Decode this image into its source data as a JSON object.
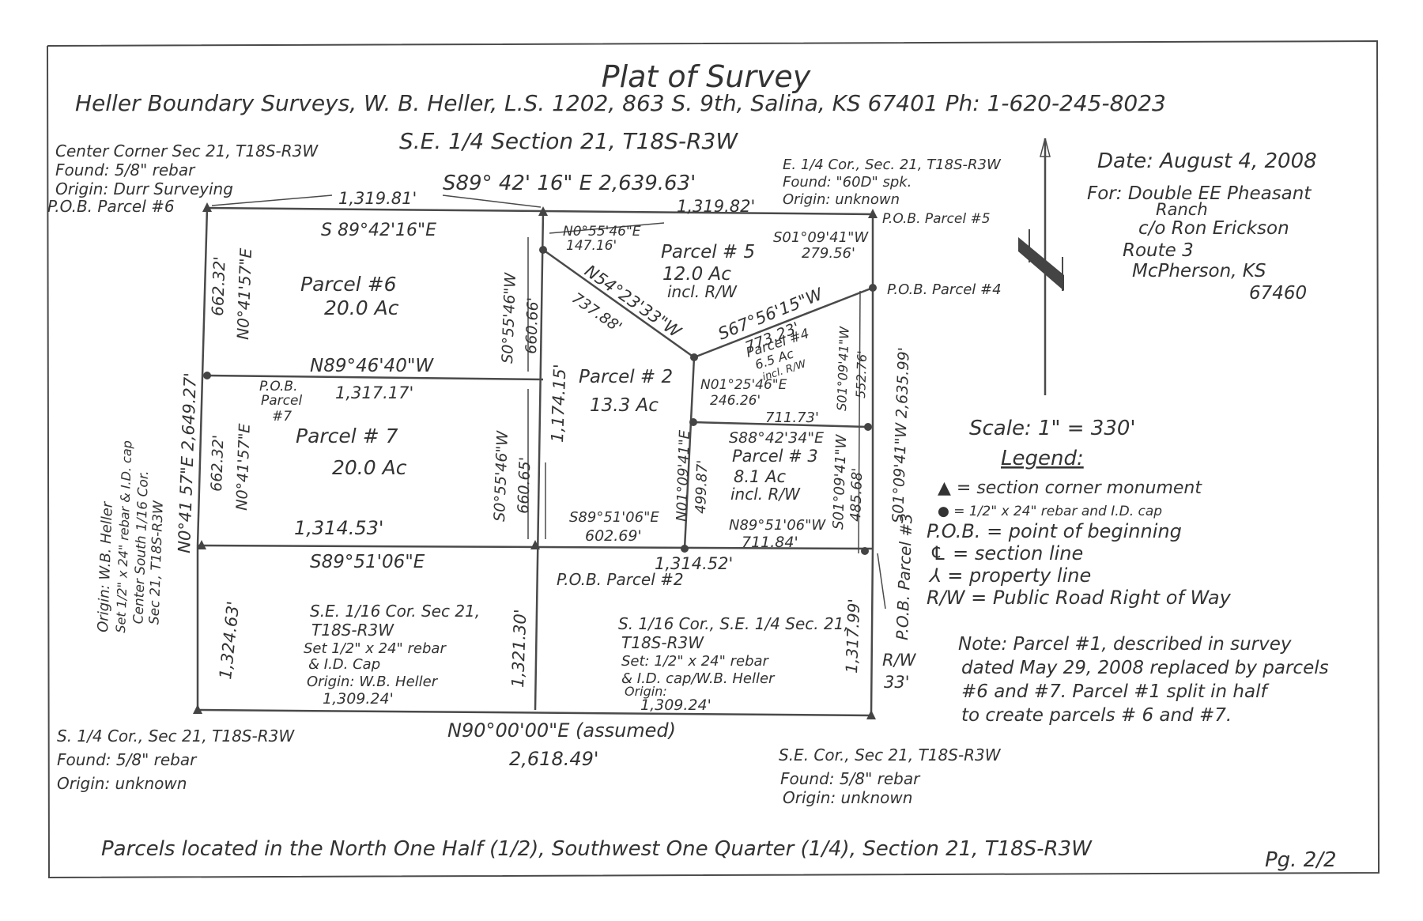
{
  "header": {
    "title": "Plat of Survey",
    "surveyor_line": "Heller Boundary Surveys, W. B. Heller, L.S. 1202, 863 S. 9th, Salina, KS 67401 Ph: 1-620-245-8023",
    "section_line": "S.E. 1/4 Section 21, T18S-R3W"
  },
  "info": {
    "date": "Date: August 4, 2008",
    "for_1": "For: Double EE Pheasant",
    "for_2": "Ranch",
    "for_3": "c/o Ron Erickson",
    "for_4": "Route 3",
    "for_5": "McPherson, KS",
    "for_6": "67460",
    "scale": "Scale: 1\" = 330'"
  },
  "legend": {
    "title": "Legend:",
    "items": [
      "▲ = section corner monument",
      "● = 1/2\" x 24\" rebar and I.D. cap",
      "P.O.B. = point of beginning",
      "℄ = section line",
      "⅄ = property line",
      "R/W = Public Road Right of Way"
    ]
  },
  "note": [
    "Note: Parcel #1, described in survey",
    "dated May 29, 2008 replaced by parcels",
    "#6 and #7. Parcel #1 split in half",
    "to create parcels # 6 and #7."
  ],
  "corners": {
    "center": [
      "Center Corner Sec 21, T18S-R3W",
      "Found: 5/8\" rebar",
      "Origin: Durr Surveying"
    ],
    "east_quarter": [
      "E. 1/4 Cor., Sec. 21, T18S-R3W",
      "Found: \"60D\" spk.",
      "Origin: unknown"
    ],
    "south_quarter": [
      "S. 1/4 Cor., Sec 21, T18S-R3W",
      "Found: 5/8\" rebar",
      "Origin: unknown"
    ],
    "se_corner": [
      "S.E. Cor., Sec 21, T18S-R3W",
      "Found: 5/8\" rebar",
      "Origin: unknown"
    ],
    "se_sixteenth": [
      "S.E. 1/16 Cor. Sec 21,",
      "T18S-R3W",
      "Set 1/2\" x 24\" rebar",
      "& I.D. Cap",
      "Origin: W.B. Heller",
      "1,309.24'"
    ],
    "s_sixteenth": [
      "S. 1/16 Cor., S.E. 1/4 Sec. 21,",
      "T18S-R3W",
      "Set: 1/2\" x 24\" rebar",
      "& I.D. cap/W.B. Heller",
      "Origin:",
      "1,309.24'"
    ],
    "center_south": [
      "Origin: W.B. Heller",
      "Set 1/2\" x 24\" rebar & I.D. cap",
      "Center South 1/16 Cor.",
      "Sec 21, T18S-R3W"
    ]
  },
  "pob": {
    "p6": "P.O.B. Parcel #6",
    "p5": "P.O.B. Parcel #5",
    "p4": "P.O.B. Parcel #4",
    "p7_1": "P.O.B.",
    "p7_2": "Parcel",
    "p7_3": "#7",
    "p2": "P.O.B. Parcel #2",
    "p3": "P.O.B. Parcel #3"
  },
  "parcels": {
    "p6_name": "Parcel #6",
    "p6_area": "20.0 Ac",
    "p7_name": "Parcel # 7",
    "p7_area": "20.0 Ac",
    "p5_name": "Parcel # 5",
    "p5_area": "12.0 Ac",
    "p5_extra": "incl. R/W",
    "p2_name": "Parcel # 2",
    "p2_area": "13.3 Ac",
    "p4_name": "Parcel #4",
    "p4_area": "6.5 Ac",
    "p4_extra": "incl. R/W",
    "p3_name": "Parcel # 3",
    "p3_area": "8.1 Ac",
    "p3_extra": "incl. R/W"
  },
  "dims": {
    "top_bearing": "S89° 42' 16\" E  2,639.63'",
    "top_left_dist": "1,319.81'",
    "top_right_dist": "1,319.82'",
    "p6_top_bearing": "S 89°42'16\"E",
    "p6_right_bearing": "N0°55'46\"E",
    "p6_right_dist": "147.16'",
    "p5_east_bearing": "S01°09'41\"W",
    "p5_east_dist": "279.56'",
    "p6_west_dist": "662.32'",
    "p6_west_bearing": "N0°41'57\"E",
    "mid_left_bearing": "S0°55'46\"W",
    "mid_left_dist": "660.66'",
    "diag_bearing": "N54°23'33\"W",
    "diag_dist": "737.88'",
    "p4_bearing": "S67°56'15\"W",
    "p4_dist": "773.23'",
    "east_bearing": "S01°09'41\"W 2,635.99'",
    "p4_east_bearing": "S01°09'41\"W",
    "p4_east_dist": "552.76'",
    "mid_bearing": "N89°46'40\"W",
    "mid_dist": "1,317.17'",
    "center_ns_dist": "1,174.15'",
    "n01_25_bearing": "N01°25'46\"E",
    "n01_25_dist": "246.26'",
    "p3_top_dist": "711.73'",
    "p3_top_bearing": "S88°42'34\"E",
    "west_bearing_dist": "N0°41 57\"E 2,649.27'",
    "p7_west_dist": "662.32'",
    "p7_west_bearing": "N0°41'57\"E",
    "p7_east_bearing": "S0°55'46\"W",
    "p7_east_dist": "660.65'",
    "p3_west_bearing": "N01°09'41\"E",
    "p3_west_dist": "499.87'",
    "p3_east_bearing": "S01°09'41\"W",
    "p3_east_dist": "485.68'",
    "p2_bottom_bearing": "S89°51'06\"E",
    "p2_bottom_dist": "602.69'",
    "p3_bottom_bearing": "N89°51'06\"W",
    "p3_bottom_dist": "711.84'",
    "p7_bottom_dist": "1,314.53'",
    "p7_bottom_bearing": "S89°51'06\"E",
    "right_bottom_dist": "1,314.52'",
    "sw_dist": "1,324.63'",
    "center_bottom_dist": "1,321.30'",
    "east_bottom_dist": "1,317.99'",
    "rw_label": "R/W",
    "rw_dist": "33'",
    "bottom_bearing": "N90°00'00\"E (assumed)",
    "bottom_dist": "2,618.49'"
  },
  "footer": {
    "location": "Parcels located in the North One Half (1/2), Southwest One Quarter (1/4), Section 21, T18S-R3W",
    "page": "Pg. 2/2"
  }
}
